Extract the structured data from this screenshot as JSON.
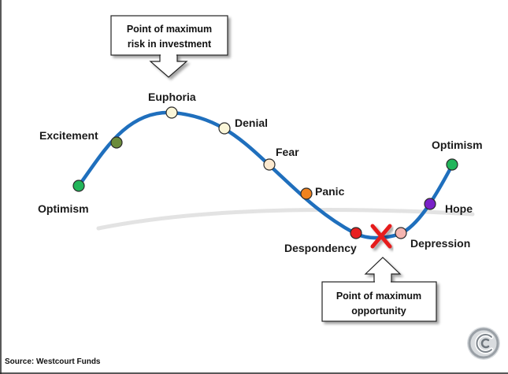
{
  "top_callout": {
    "line1": "Point of maximum",
    "line2": "risk in investment"
  },
  "bottom_callout": {
    "line1": "Point of maximum",
    "line2": "opportunity"
  },
  "stages": [
    {
      "label": "Optimism",
      "color": "#22b55a"
    },
    {
      "label": "Excitement",
      "color": "#6b8b3a"
    },
    {
      "label": "Euphoria",
      "color": "#fbf6d8"
    },
    {
      "label": "Denial",
      "color": "#fbf6d8"
    },
    {
      "label": "Fear",
      "color": "#fce9cf"
    },
    {
      "label": "Panic",
      "color": "#f0821e"
    },
    {
      "label": "Despondency",
      "color": "#e82020"
    },
    {
      "label": "Depression",
      "color": "#f5b5b0"
    },
    {
      "label": "Hope",
      "color": "#7a22c8"
    },
    {
      "label": "Optimism",
      "color": "#22b55a"
    }
  ],
  "source": "Source: Westcourt Funds",
  "colors": {
    "curve": "#1f6fbd",
    "marker_x": "#e51f1f"
  }
}
